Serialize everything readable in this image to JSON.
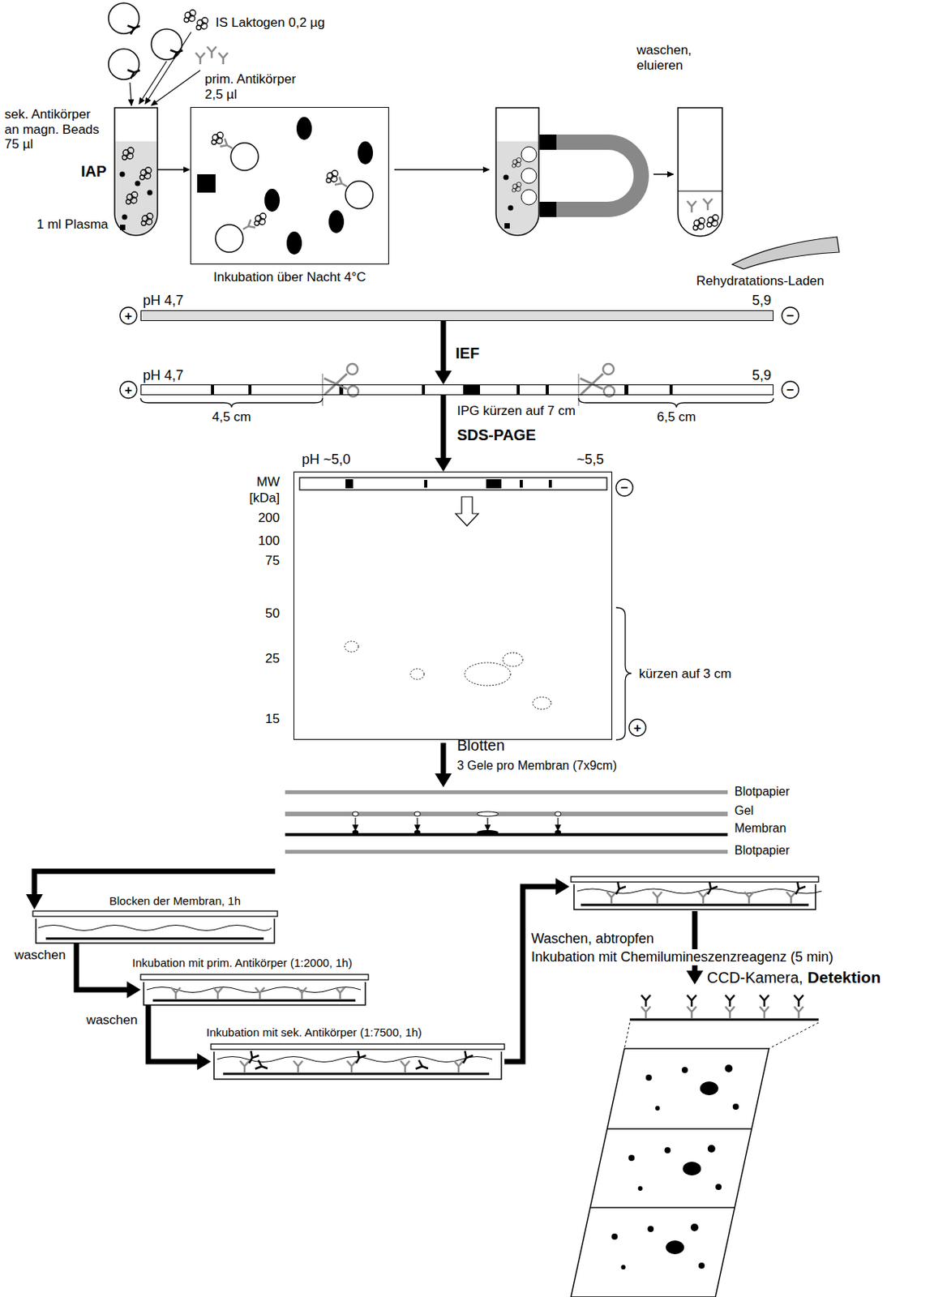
{
  "diagram": {
    "nodes": [
      {
        "text": [
          "IAP"
        ]
      },
      {
        "text": [
          "Inkubation über Nacht 4°C"
        ]
      },
      {
        "text": [
          "Rehydratations-Laden"
        ]
      },
      {
        "text": [
          "pH 4,7",
          "5,9"
        ]
      },
      {
        "text": [
          "pH 4,7",
          "5,9"
        ]
      },
      {
        "text": [
          "pH ~5,0",
          "~5,5"
        ]
      },
      {
        "text": [
          "Blocken der Membran, 1h"
        ]
      },
      {
        "text": [
          "Inkubation mit prim. Antikörper (1:2000, 1h)"
        ]
      },
      {
        "text": [
          "Inkubation mit sek. Antikörper (1:7500, 1h)"
        ]
      }
    ],
    "edges": [
      {
        "from": 0,
        "to": 1,
        "arrow": "to"
      },
      {
        "from": 3,
        "to": 4,
        "label": "IEF",
        "arrow": "to"
      },
      {
        "from": 4,
        "to": 5,
        "arrow": "to"
      },
      {
        "from": 6,
        "to": 7,
        "label": "waschen",
        "arrow": "to"
      },
      {
        "from": 7,
        "to": 8,
        "label": "waschen",
        "arrow": "to"
      }
    ],
    "labels": [
      "IS Laktogen 0,2 µg",
      "prim. Antikörper 2,5 µl",
      "sek. Antikörper an magn. Beads 75 µl",
      "1 ml Plasma",
      "waschen, eluieren",
      "+",
      "−",
      "+",
      "−",
      "4,5 cm",
      "6,5 cm",
      "IPG kürzen auf 7 cm",
      "SDS-PAGE",
      "MW",
      "[kDa]",
      "200",
      "100",
      "75",
      "50",
      "25",
      "15",
      "−",
      "+",
      "kürzen auf 3 cm",
      "Blotten",
      "3 Gele pro Membran (7x9cm)",
      "Blotpapier",
      "Gel",
      "Membran",
      "Blotpapier",
      "Waschen, abtropfen",
      "Inkubation mit Chemilumineszenzreagenz (5 min)",
      "CCD-Kamera,",
      "Detektion"
    ]
  }
}
